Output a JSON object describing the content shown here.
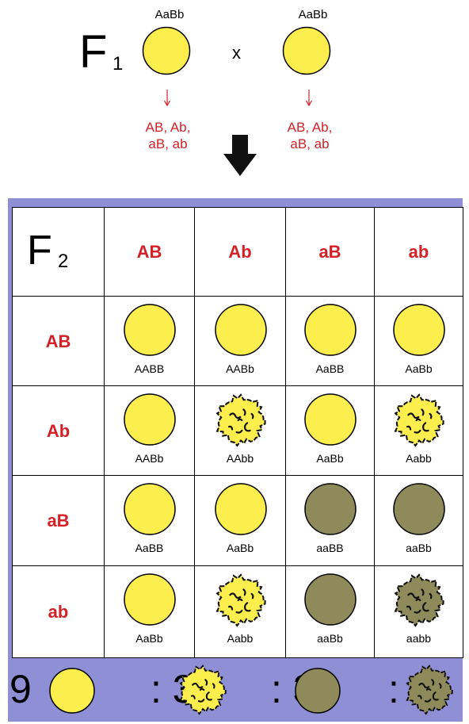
{
  "cross": {
    "generation_letter": "F",
    "generation_sub": "1",
    "left_parent": "AaBb",
    "right_parent": "AaBb",
    "symbol": "x",
    "left_gametes": [
      "AB, Ab,",
      "aB, ab"
    ],
    "right_gametes": [
      "AB, Ab,",
      "aB, ab"
    ]
  },
  "punnett": {
    "corner_letter": "F",
    "corner_sub": "2",
    "columns": [
      "AB",
      "Ab",
      "aB",
      "ab"
    ],
    "rows": [
      {
        "gamete": "AB",
        "cells": [
          {
            "genotype": "AABB",
            "shape": "round",
            "color": "yellow"
          },
          {
            "genotype": "AABb",
            "shape": "round",
            "color": "yellow"
          },
          {
            "genotype": "AaBB",
            "shape": "round",
            "color": "yellow"
          },
          {
            "genotype": "AaBb",
            "shape": "round",
            "color": "yellow"
          }
        ]
      },
      {
        "gamete": "Ab",
        "cells": [
          {
            "genotype": "AABb",
            "shape": "round",
            "color": "yellow"
          },
          {
            "genotype": "AAbb",
            "shape": "wrinkled",
            "color": "yellow"
          },
          {
            "genotype": "AaBb",
            "shape": "round",
            "color": "yellow"
          },
          {
            "genotype": "Aabb",
            "shape": "wrinkled",
            "color": "yellow"
          }
        ]
      },
      {
        "gamete": "aB",
        "cells": [
          {
            "genotype": "AaBB",
            "shape": "round",
            "color": "yellow"
          },
          {
            "genotype": "AaBb",
            "shape": "round",
            "color": "yellow"
          },
          {
            "genotype": "aaBB",
            "shape": "round",
            "color": "green"
          },
          {
            "genotype": "aaBb",
            "shape": "round",
            "color": "green"
          }
        ]
      },
      {
        "gamete": "ab",
        "cells": [
          {
            "genotype": "AaBb",
            "shape": "round",
            "color": "yellow"
          },
          {
            "genotype": "Aabb",
            "shape": "wrinkled",
            "color": "yellow"
          },
          {
            "genotype": "aaBb",
            "shape": "round",
            "color": "green"
          },
          {
            "genotype": "aabb",
            "shape": "wrinkled",
            "color": "green"
          }
        ]
      }
    ]
  },
  "ratio": {
    "items": [
      {
        "count": "9",
        "shape": "round",
        "color": "yellow"
      },
      {
        "count": "3",
        "shape": "wrinkled",
        "color": "yellow"
      },
      {
        "count": "3",
        "shape": "round",
        "color": "green"
      },
      {
        "count": "1",
        "shape": "wrinkled",
        "color": "green"
      }
    ],
    "separator": ":"
  },
  "colors": {
    "yellow": "#fcee4c",
    "green": "#8f8a5a",
    "red_text": "#d42027",
    "frame": "#8f8fd6"
  }
}
